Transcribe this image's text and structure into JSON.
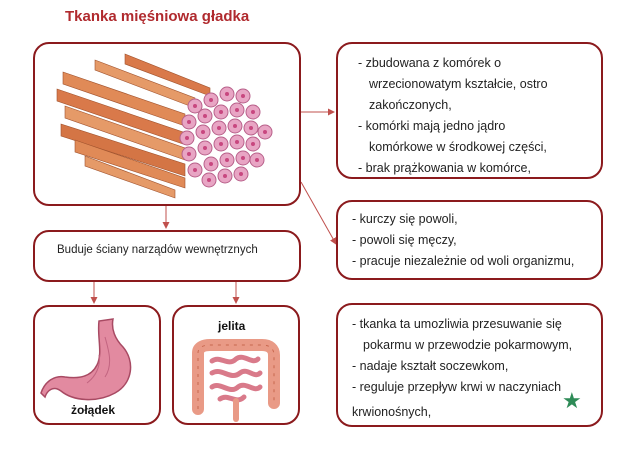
{
  "title": "Tkanka mięśniowa gładka",
  "structure_facts": [
    {
      "text": "- zbudowana z komórek o",
      "indent": false
    },
    {
      "text": "wrzecionowatym kształcie, ostro",
      "indent": true
    },
    {
      "text": "zakończonych,",
      "indent": true
    },
    {
      "text": "- komórki mają jedno jądro",
      "indent": false
    },
    {
      "text": "komórkowe w środkowej części,",
      "indent": true
    },
    {
      "text": "- brak prążkowania w komórce,",
      "indent": false
    }
  ],
  "behavior_facts": [
    "- kurczy się powoli,",
    "- powoli się męczy,",
    "- pracuje niezależnie od woli organizmu,"
  ],
  "function_facts": [
    {
      "text": "- tkanka ta umozliwia przesuwanie się",
      "indent": false
    },
    {
      "text": "pokarmu w przewodzie pokarmowym,",
      "indent": true
    },
    {
      "text": "- nadaje kształt soczewkom,",
      "indent": false
    },
    {
      "text": "- reguluje przepływ krwi w naczyniach",
      "indent": false
    },
    {
      "text": "krwionośnych,",
      "indent": true
    }
  ],
  "walls_label": "Buduje ściany narządów wewnętrznych",
  "stomach_label": "żołądek",
  "intestines_label": "jelita",
  "colors": {
    "title": "#b02a2e",
    "border": "#8b1a1d",
    "arrow": "#c0504d",
    "star": "#2e8b57"
  }
}
